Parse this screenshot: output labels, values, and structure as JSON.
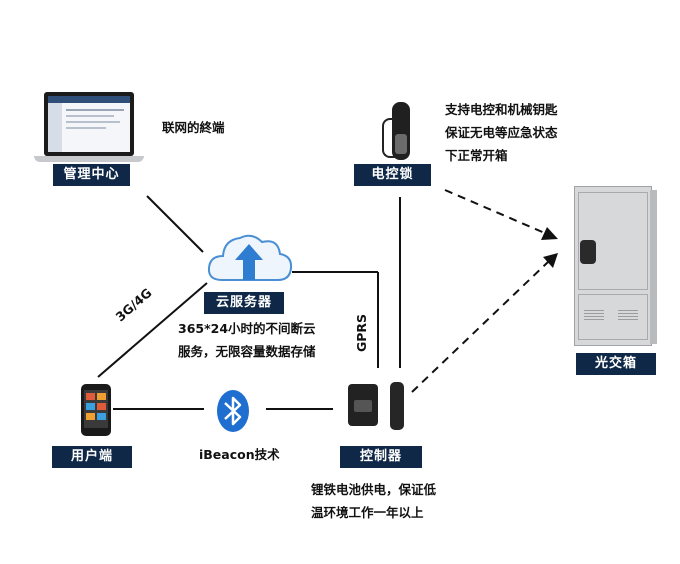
{
  "nodes": {
    "management": {
      "label": "管理中心",
      "note": "联网的終端"
    },
    "lock": {
      "label": "电控锁",
      "note_lines": [
        "支持电控和机械钥匙",
        "保证无电等应急状态",
        "下正常开箱"
      ]
    },
    "cloud": {
      "label": "云服务器",
      "note_lines": [
        "365*24小时的不间断云",
        "服务，无限容量数据存储"
      ]
    },
    "cabinet": {
      "label": "光交箱"
    },
    "user": {
      "label": "用户端"
    },
    "controller": {
      "label": "控制器",
      "note_lines": [
        "锂铁电池供电，保证低",
        "温环境工作一年以上"
      ]
    }
  },
  "links": {
    "network_label": "3G/4G",
    "gprs_label": "GPRS",
    "bluetooth_label": "iBeacon技术"
  },
  "colors": {
    "tag_bg": "#0f2847",
    "cloud_blue": "#3d8fd8",
    "bluetooth_blue": "#1e6fd0"
  }
}
